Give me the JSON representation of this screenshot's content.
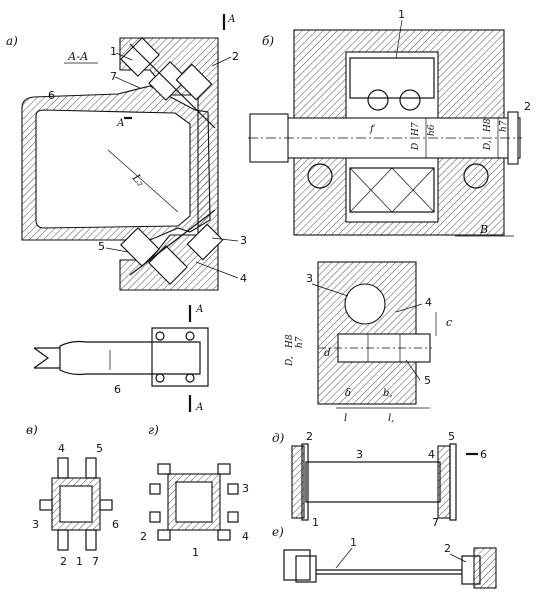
{
  "panels": {
    "a": {
      "tag": "а)",
      "section": "А-А",
      "cut": "А",
      "dim": "L₂",
      "callouts": [
        "1",
        "2",
        "3",
        "4",
        "5",
        "6",
        "7"
      ],
      "bottom_label": "6",
      "bottom_cut": "А"
    },
    "b": {
      "tag": "б)",
      "fit_left_top": "H7",
      "fit_left_bot": "h6",
      "d_left": "D",
      "fit_right_top": "H8",
      "fit_right_bot": "h7",
      "d_right": "D,",
      "f": "f",
      "B": "B",
      "callouts": [
        "1",
        "2"
      ]
    },
    "mid": {
      "callouts": [
        "3",
        "4",
        "5"
      ],
      "fit_top": "H8",
      "fit_bot": "h7",
      "d_left": "D,",
      "d": "d",
      "c": "c",
      "delta": "δ",
      "b1": "b,",
      "l": "l",
      "l1": "l,"
    },
    "v": {
      "tag": "в)",
      "callouts": [
        "4",
        "5",
        "3",
        "6",
        "2",
        "1",
        "7"
      ]
    },
    "g": {
      "tag": "г)",
      "callouts": [
        "3",
        "2",
        "1",
        "4"
      ]
    },
    "d": {
      "tag": "д)",
      "callouts": [
        "2",
        "3",
        "5",
        "4",
        "6",
        "1",
        "7"
      ]
    },
    "e": {
      "tag": "е)",
      "callouts": [
        "1",
        "2"
      ]
    }
  }
}
